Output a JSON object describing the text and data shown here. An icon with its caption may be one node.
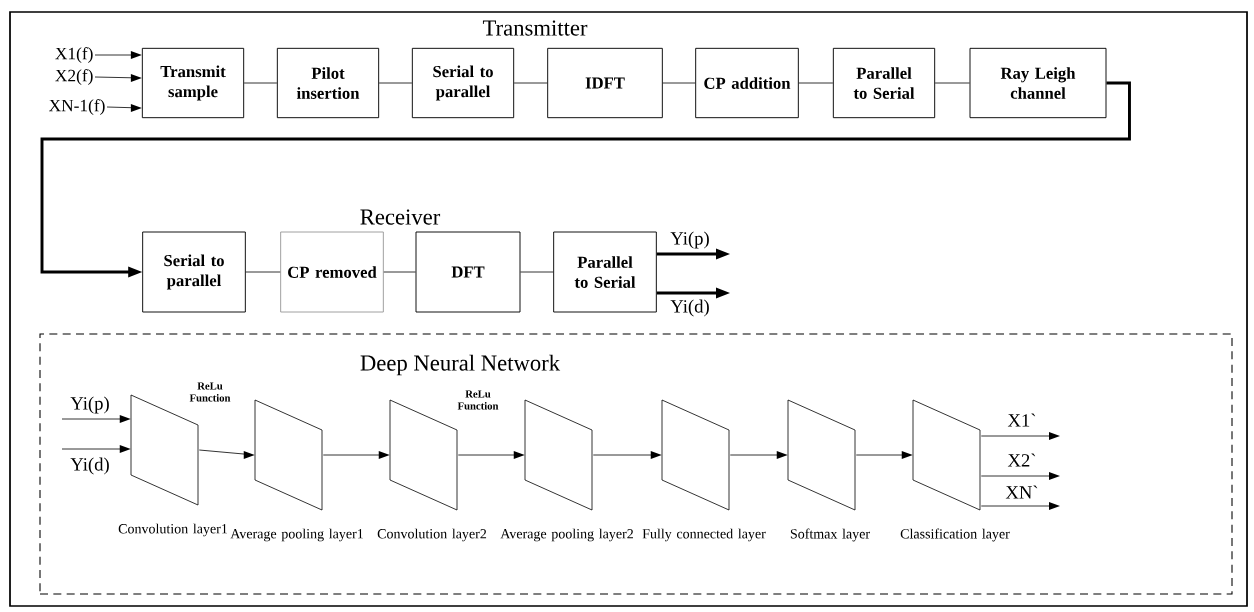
{
  "diagram": {
    "nodes": [
      {
        "text": [
          "X1(f)"
        ]
      },
      {
        "text": [
          "X2(f)"
        ]
      },
      {
        "text": [
          "XN-1(f)"
        ]
      },
      {
        "text": [
          "Transmit sample"
        ]
      },
      {
        "text": [
          "Pilot insertion"
        ]
      },
      {
        "text": [
          "Serial to parallel"
        ]
      },
      {
        "text": [
          "IDFT"
        ]
      },
      {
        "text": [
          "CP addition"
        ]
      },
      {
        "text": [
          "Parallel to Serial"
        ]
      },
      {
        "text": [
          "Ray Leigh channel"
        ]
      },
      {
        "text": [
          "Serial to parallel"
        ]
      },
      {
        "text": [
          "CP removed"
        ]
      },
      {
        "text": [
          "DFT"
        ]
      },
      {
        "text": [
          "Parallel to Serial"
        ]
      },
      {
        "text": [
          "Deep Neural Network"
        ]
      },
      {
        "text": [],
        "shape": "trapezoid",
        "beside": [
          "Convolution layer1"
        ],
        "in": 14
      },
      {
        "text": [],
        "shape": "trapezoid",
        "beside": [
          "Average pooling layer1"
        ],
        "in": 14
      },
      {
        "text": [],
        "shape": "trapezoid",
        "beside": [
          "Convolution layer2"
        ],
        "in": 14
      },
      {
        "text": [],
        "shape": "trapezoid",
        "beside": [
          "Average pooling layer2"
        ],
        "in": 14
      },
      {
        "text": [],
        "shape": "trapezoid",
        "beside": [
          "Fully connected layer"
        ],
        "in": 14
      },
      {
        "text": [],
        "shape": "trapezoid",
        "beside": [
          "Softmax layer"
        ],
        "in": 14
      },
      {
        "text": [],
        "shape": "trapezoid",
        "beside": [
          "Classification layer"
        ],
        "in": 14
      }
    ],
    "edges": [
      {
        "from": 0,
        "to": 3,
        "arrow": "to"
      },
      {
        "from": 1,
        "to": 3,
        "arrow": "to"
      },
      {
        "from": 2,
        "to": 3,
        "arrow": "to"
      },
      {
        "from": 3,
        "to": 4,
        "arrow": "none"
      },
      {
        "from": 4,
        "to": 5,
        "arrow": "none"
      },
      {
        "from": 5,
        "to": 6,
        "arrow": "none"
      },
      {
        "from": 6,
        "to": 7,
        "arrow": "none"
      },
      {
        "from": 7,
        "to": 8,
        "arrow": "none"
      },
      {
        "from": 8,
        "to": 9,
        "arrow": "none"
      },
      {
        "from": 9,
        "to": 10,
        "arrow": "to",
        "style": "thick"
      },
      {
        "from": 10,
        "to": 11,
        "arrow": "none"
      },
      {
        "from": 11,
        "to": 12,
        "arrow": "none"
      },
      {
        "from": 12,
        "to": 13,
        "arrow": "none"
      },
      {
        "from": 13,
        "to": null,
        "arrow": "to",
        "style": "thick",
        "label": "Yi(p)"
      },
      {
        "from": 13,
        "to": null,
        "arrow": "to",
        "style": "thick",
        "label": "Yi(d)"
      },
      {
        "from": null,
        "to": 15,
        "arrow": "to",
        "label": "Yi(p)"
      },
      {
        "from": null,
        "to": 15,
        "arrow": "to",
        "label": "Yi(d)"
      },
      {
        "from": 15,
        "to": 16,
        "arrow": "to"
      },
      {
        "from": 16,
        "to": 17,
        "arrow": "to"
      },
      {
        "from": 17,
        "to": 18,
        "arrow": "to"
      },
      {
        "from": 18,
        "to": 19,
        "arrow": "to"
      },
      {
        "from": 19,
        "to": 20,
        "arrow": "to"
      },
      {
        "from": 20,
        "to": 21,
        "arrow": "to"
      },
      {
        "from": 21,
        "to": null,
        "arrow": "to",
        "label": "X1`"
      },
      {
        "from": 21,
        "to": null,
        "arrow": "to",
        "label": "X2`"
      },
      {
        "from": 21,
        "to": null,
        "arrow": "to",
        "label": "XN`"
      }
    ],
    "labels": [
      "Transmitter",
      "Receiver",
      "ReLu Function",
      "ReLu Function"
    ]
  }
}
